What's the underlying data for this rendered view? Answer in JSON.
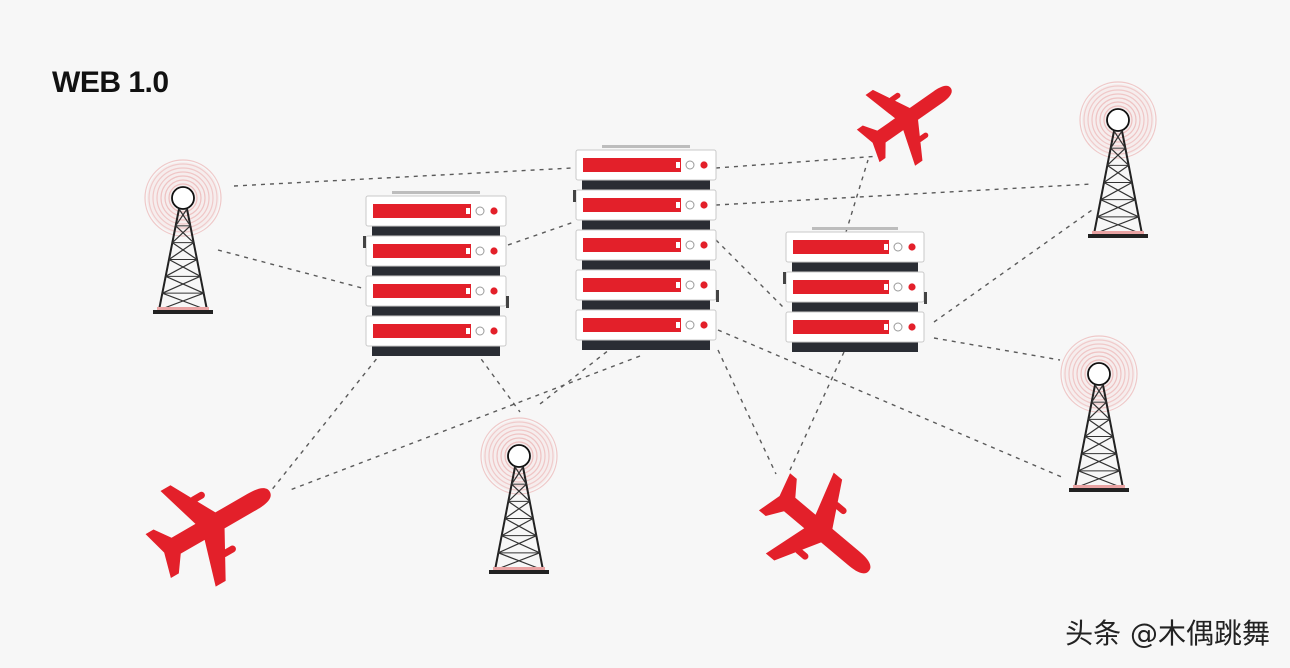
{
  "diagram": {
    "title": "WEB 1.0",
    "watermark": "头条 @木偶跳舞",
    "colors": {
      "background": "#f7f7f7",
      "accent": "#e3202a",
      "dark": "#2a2d34",
      "line": "#5a5a5a",
      "ring": "#e9a3a3"
    },
    "nodes": {
      "servers": [
        "server-rack-left",
        "server-rack-center",
        "server-rack-right"
      ],
      "towers": [
        "cell-tower-left",
        "cell-tower-bottom-center",
        "cell-tower-top-right",
        "cell-tower-right"
      ],
      "planes": [
        "airplane-top-right",
        "airplane-bottom-left",
        "airplane-bottom-center"
      ]
    },
    "icons": {
      "server": "server-rack-icon",
      "tower": "cell-tower-icon",
      "plane": "airplane-icon"
    }
  }
}
